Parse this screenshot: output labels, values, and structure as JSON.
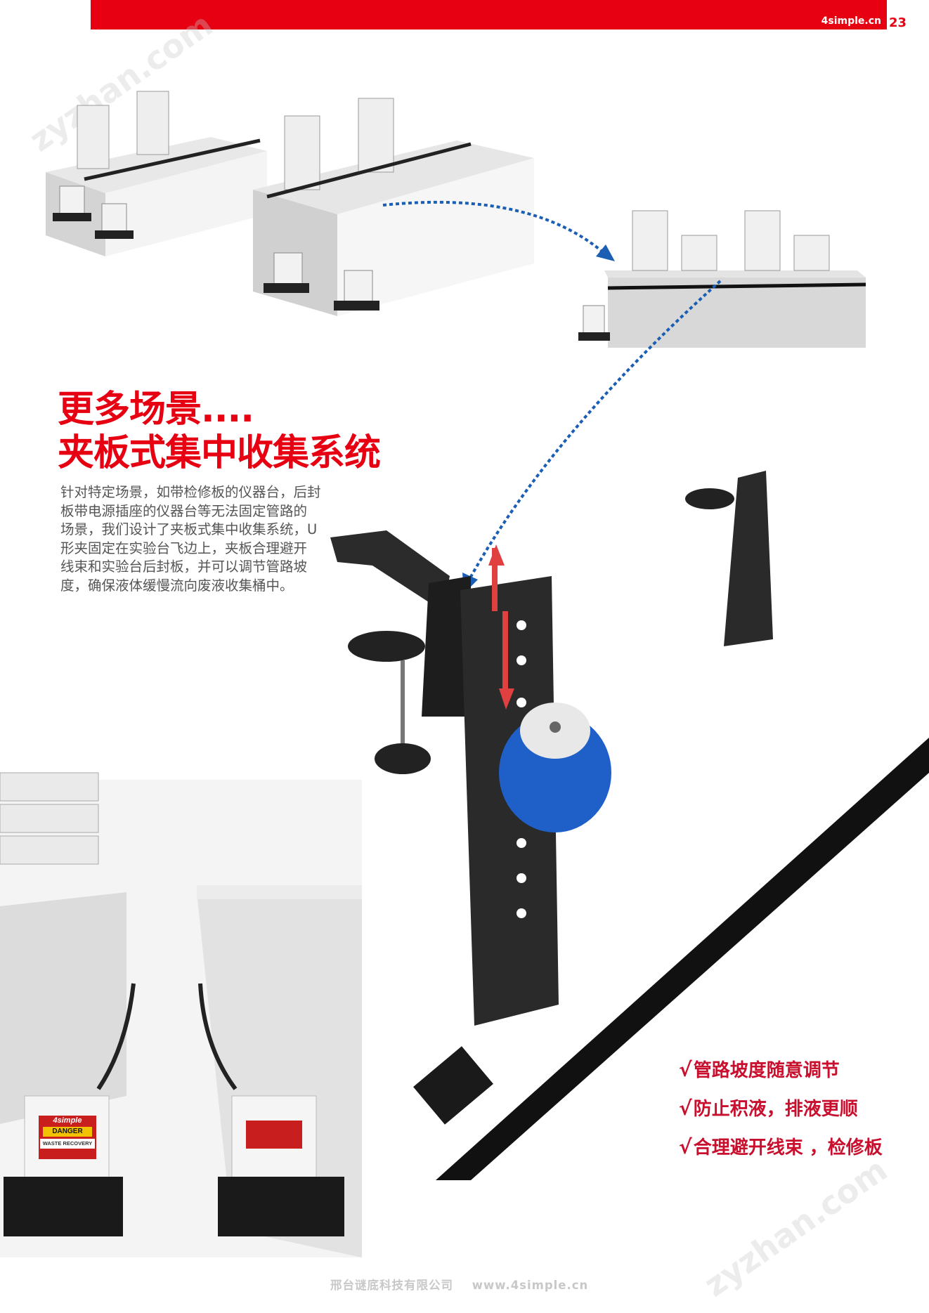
{
  "header": {
    "site": "4simple.cn",
    "page_number": "23",
    "accent_color": "#e60012"
  },
  "title": {
    "line1": "更多场景....",
    "line2": "夹板式集中收集系统"
  },
  "body": {
    "lines": [
      "针对特定场景，如带检修板的仪器台，后封",
      "板带电源插座的仪器台等无法固定管路的",
      "场景，我们设计了夹板式集中收集系统，U",
      "形夹固定在实验台飞边上，夹板合理避开",
      "线束和实验台后封板，并可以调节管路坡",
      "度，确保液体缓慢流向废液收集桶中。"
    ]
  },
  "features": [
    {
      "icon": "check-icon",
      "mark": "√",
      "text": "管路坡度随意调节"
    },
    {
      "icon": "check-icon",
      "mark": "√",
      "text": "防止积液，排液更顺"
    },
    {
      "icon": "check-icon",
      "mark": "√",
      "text": "合理避开线束 ，检修板"
    }
  ],
  "footer": {
    "company": "邢台谜底科技有限公司",
    "url": "www.4simple.cn"
  },
  "watermark": "zyzhan.com",
  "bottle_label": {
    "brand": "4simple",
    "warning": "DANGER",
    "caption": "WASTE RECOVERY"
  }
}
